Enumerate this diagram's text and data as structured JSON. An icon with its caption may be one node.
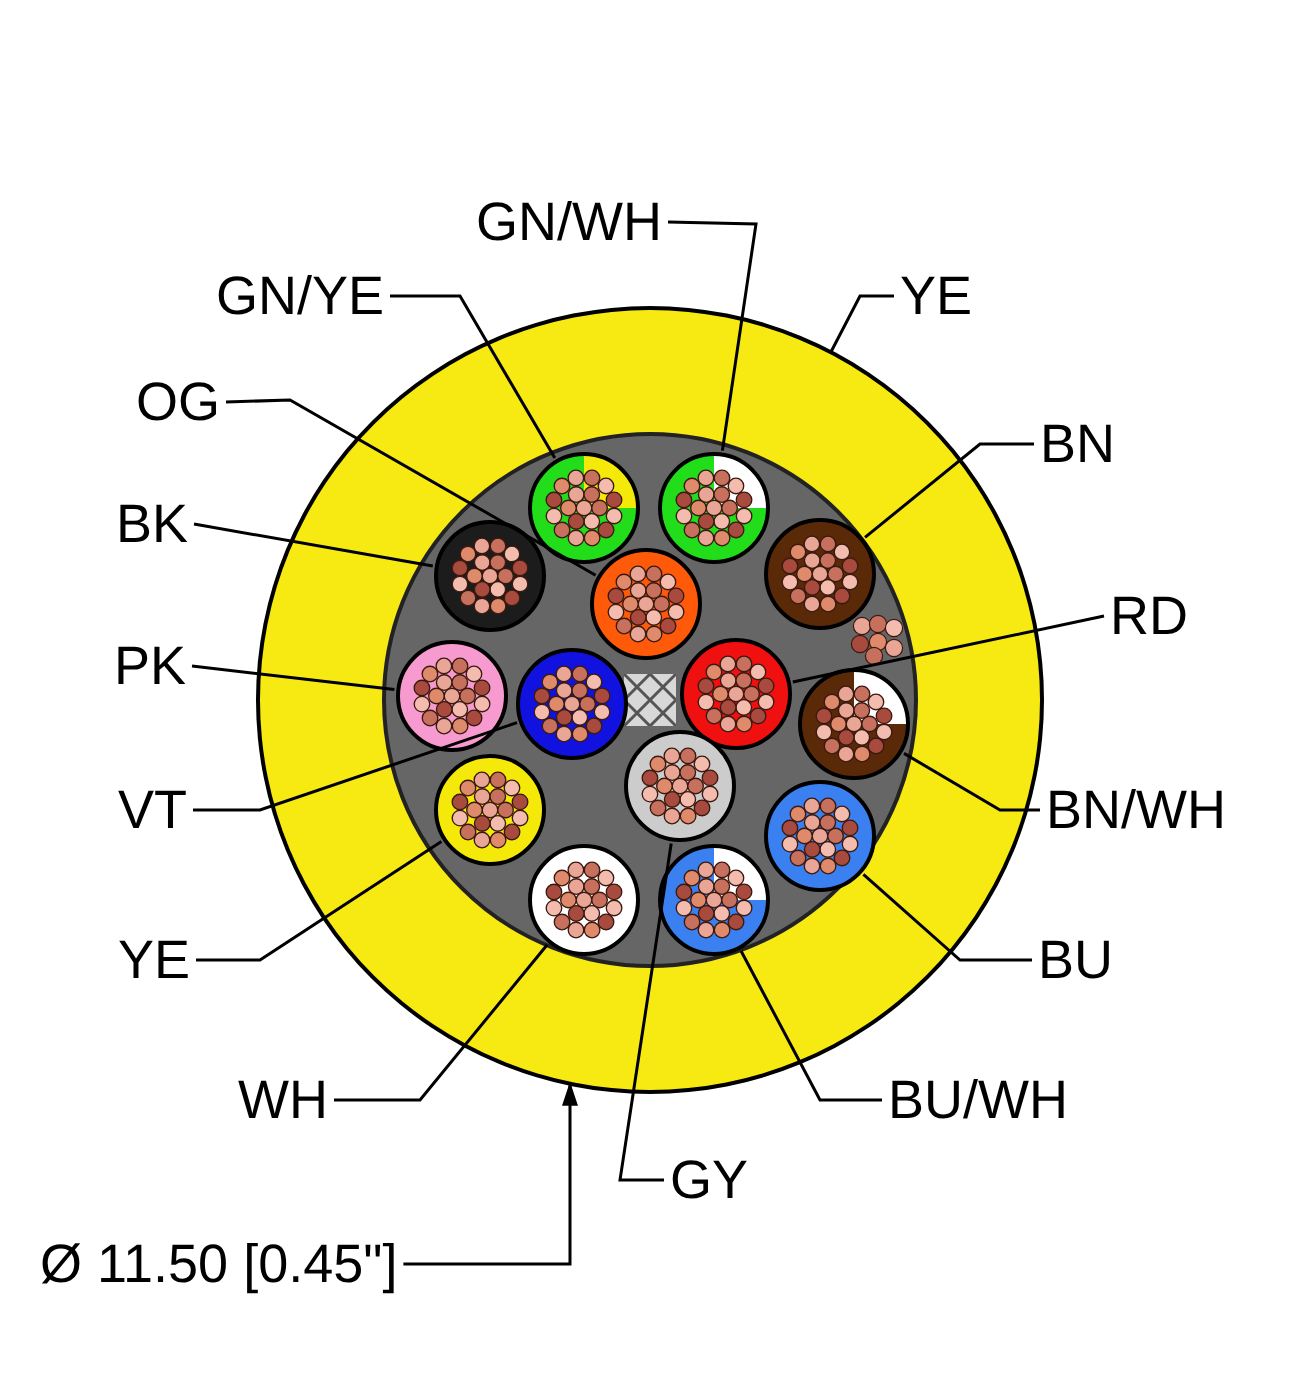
{
  "diagram": {
    "nodes": [
      {
        "text": [
          "GN/WH"
        ]
      },
      {
        "text": [
          "YE"
        ]
      },
      {
        "text": [
          "GN/YE"
        ]
      },
      {
        "text": [
          "BN"
        ]
      },
      {
        "text": [
          "OG"
        ]
      },
      {
        "text": [
          "BK"
        ]
      },
      {
        "text": [
          "RD"
        ]
      },
      {
        "text": [
          "PK"
        ]
      },
      {
        "text": [
          "VT"
        ]
      },
      {
        "text": [
          "BN/WH"
        ]
      },
      {
        "text": [
          "YE"
        ]
      },
      {
        "text": [
          "BU"
        ]
      },
      {
        "text": [
          "WH"
        ]
      },
      {
        "text": [
          "BU/WH"
        ]
      },
      {
        "text": [
          "GY"
        ]
      },
      {
        "text": [
          "Ø 11.50 [0.45\"]"
        ]
      },
      {
        "text": [],
        "shape": "circle"
      },
      {
        "text": [],
        "shape": "circle",
        "in": 16
      },
      {
        "text": [],
        "shape": "circle",
        "in": 16
      },
      {
        "text": [],
        "shape": "circle",
        "in": 16
      },
      {
        "text": [],
        "shape": "circle",
        "in": 16
      },
      {
        "text": [],
        "shape": "circle",
        "in": 16
      },
      {
        "text": [],
        "shape": "circle",
        "in": 16
      },
      {
        "text": [],
        "shape": "circle",
        "in": 16
      },
      {
        "text": [],
        "shape": "circle",
        "in": 16
      },
      {
        "text": [],
        "shape": "circle",
        "in": 16
      },
      {
        "text": [],
        "shape": "circle",
        "in": 16
      },
      {
        "text": [],
        "shape": "circle",
        "in": 16
      },
      {
        "text": [],
        "shape": "circle",
        "in": 16
      },
      {
        "text": [],
        "shape": "circle",
        "in": 16
      },
      {
        "text": [],
        "shape": "circle",
        "in": 16
      }
    ],
    "edges": [
      {
        "from": 0,
        "to": 18,
        "arrow": "none"
      },
      {
        "from": 1,
        "to": 16,
        "arrow": "none"
      },
      {
        "from": 2,
        "to": 17,
        "arrow": "none"
      },
      {
        "from": 3,
        "to": 20,
        "arrow": "none"
      },
      {
        "from": 4,
        "to": 21,
        "arrow": "none"
      },
      {
        "from": 5,
        "to": 19,
        "arrow": "none"
      },
      {
        "from": 6,
        "to": 24,
        "arrow": "none"
      },
      {
        "from": 7,
        "to": 22,
        "arrow": "none"
      },
      {
        "from": 8,
        "to": 23,
        "arrow": "none"
      },
      {
        "from": 9,
        "to": 25,
        "arrow": "none"
      },
      {
        "from": 10,
        "to": 26,
        "arrow": "none"
      },
      {
        "from": 11,
        "to": 28,
        "arrow": "none"
      },
      {
        "from": 12,
        "to": 29,
        "arrow": "none"
      },
      {
        "from": 13,
        "to": 30,
        "arrow": "none"
      },
      {
        "from": 14,
        "to": 27,
        "arrow": "none"
      },
      {
        "from": 15,
        "to": 16,
        "arrow": "to"
      }
    ]
  }
}
